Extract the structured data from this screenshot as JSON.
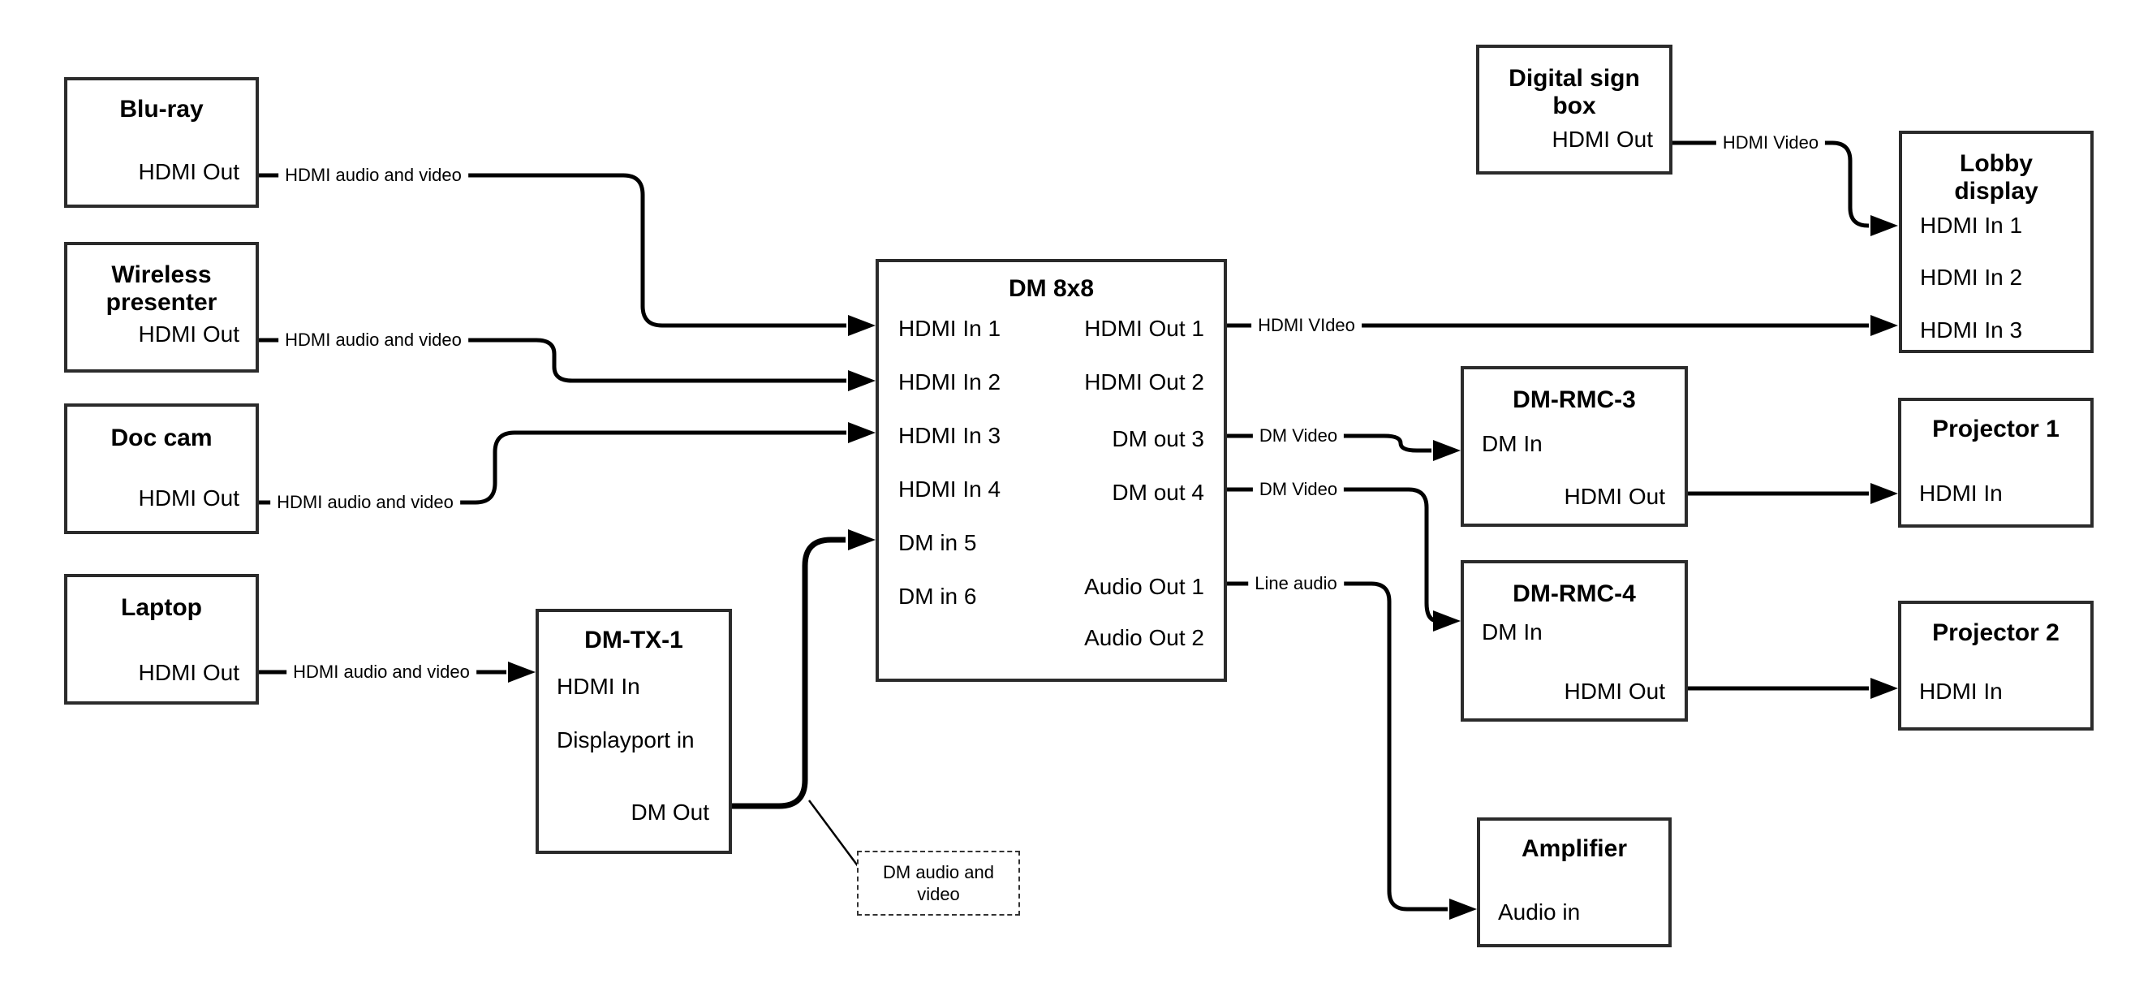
{
  "diagram": {
    "type": "av-signal-flow-diagram",
    "colors": {
      "background": "#ffffff",
      "box_border": "#2b2b2b",
      "line": "#000000",
      "text": "#000000",
      "note_border": "#333333"
    },
    "nodes": {
      "bluray": {
        "title": "Blu-ray",
        "ports": {
          "hdmi_out": "HDMI Out"
        }
      },
      "wireless": {
        "title1": "Wireless",
        "title2": "presenter",
        "ports": {
          "hdmi_out": "HDMI Out"
        }
      },
      "doccam": {
        "title": "Doc cam",
        "ports": {
          "hdmi_out": "HDMI Out"
        }
      },
      "laptop": {
        "title": "Laptop",
        "ports": {
          "hdmi_out": "HDMI Out"
        }
      },
      "dmtx1": {
        "title": "DM-TX-1",
        "ports": {
          "hdmi_in": "HDMI In",
          "displayport_in": "Displayport in",
          "dm_out": "DM Out"
        }
      },
      "dm8x8": {
        "title": "DM 8x8",
        "in_ports": [
          "HDMI In 1",
          "HDMI In 2",
          "HDMI In 3",
          "HDMI In 4",
          "DM in 5",
          "DM in 6"
        ],
        "out_ports": [
          "HDMI Out 1",
          "HDMI Out 2",
          "DM out 3",
          "DM out 4",
          "Audio Out 1",
          "Audio Out 2"
        ]
      },
      "digital_sign": {
        "title1": "Digital sign",
        "title2": "box",
        "ports": {
          "hdmi_out": "HDMI Out"
        }
      },
      "lobby": {
        "title1": "Lobby",
        "title2": "display",
        "ports": {
          "hdmi_in1": "HDMI In 1",
          "hdmi_in2": "HDMI In 2",
          "hdmi_in3": "HDMI In 3"
        }
      },
      "rmc3": {
        "title": "DM-RMC-3",
        "ports": {
          "dm_in": "DM In",
          "hdmi_out": "HDMI Out"
        }
      },
      "proj1": {
        "title": "Projector 1",
        "ports": {
          "hdmi_in": "HDMI In"
        }
      },
      "rmc4": {
        "title": "DM-RMC-4",
        "ports": {
          "dm_in": "DM In",
          "hdmi_out": "HDMI Out"
        }
      },
      "proj2": {
        "title": "Projector 2",
        "ports": {
          "hdmi_in": "HDMI In"
        }
      },
      "amplifier": {
        "title": "Amplifier",
        "ports": {
          "audio_in": "Audio in"
        }
      }
    },
    "edges": {
      "bluray_to_dm8x8_in1": {
        "label": "HDMI audio and video"
      },
      "wireless_to_dm8x8_in2": {
        "label": "HDMI audio and video"
      },
      "doccam_to_dm8x8_in3": {
        "label": "HDMI audio and video"
      },
      "laptop_to_dmtx1": {
        "label": "HDMI audio and video"
      },
      "dm8x8_out1_to_lobby_in3": {
        "label": "HDMI VIdeo"
      },
      "dm8x8_out3_to_rmc3": {
        "label": "DM Video"
      },
      "dm8x8_out4_to_rmc4": {
        "label": "DM Video"
      },
      "dm8x8_audio1_to_amplifier": {
        "label": "Line audio"
      },
      "digital_sign_to_lobby_in1": {
        "label": "HDMI Video"
      }
    },
    "note": {
      "line1": "DM audio and",
      "line2": "video"
    },
    "connections": [
      {
        "from": "Blu-ray HDMI Out",
        "to": "DM 8x8 HDMI In 1",
        "label": "HDMI audio and video"
      },
      {
        "from": "Wireless presenter HDMI Out",
        "to": "DM 8x8 HDMI In 2",
        "label": "HDMI audio and video"
      },
      {
        "from": "Doc cam HDMI Out",
        "to": "DM 8x8 HDMI In 3",
        "label": "HDMI audio and video"
      },
      {
        "from": "Laptop HDMI Out",
        "to": "DM-TX-1 HDMI In",
        "label": "HDMI audio and video"
      },
      {
        "from": "DM-TX-1 DM Out",
        "to": "DM 8x8 DM in 5",
        "label": "DM audio and video"
      },
      {
        "from": "DM 8x8 HDMI Out 1",
        "to": "Lobby display HDMI In 3",
        "label": "HDMI VIdeo"
      },
      {
        "from": "DM 8x8 DM out 3",
        "to": "DM-RMC-3 DM In",
        "label": "DM Video"
      },
      {
        "from": "DM 8x8 DM out 4",
        "to": "DM-RMC-4 DM In",
        "label": "DM Video"
      },
      {
        "from": "DM 8x8 Audio Out 1",
        "to": "Amplifier Audio in",
        "label": "Line audio"
      },
      {
        "from": "Digital sign box HDMI Out",
        "to": "Lobby display HDMI In 1",
        "label": "HDMI Video"
      },
      {
        "from": "DM-RMC-3 HDMI Out",
        "to": "Projector 1 HDMI In",
        "label": ""
      },
      {
        "from": "DM-RMC-4 HDMI Out",
        "to": "Projector 2 HDMI In",
        "label": ""
      }
    ]
  }
}
